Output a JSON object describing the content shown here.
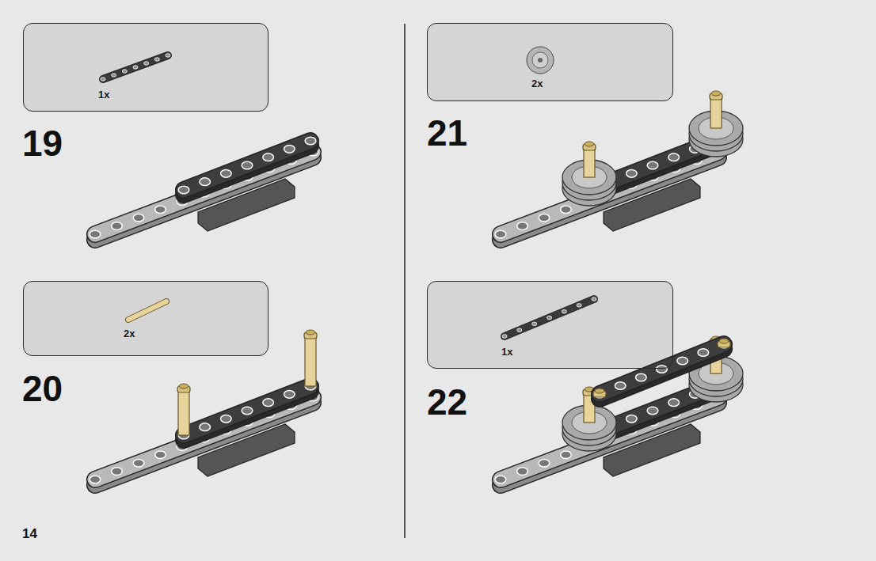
{
  "diagram": {
    "nodes": [
      {
        "text": [
          "1x"
        ]
      },
      {
        "text": [
          "2x"
        ]
      },
      {
        "text": [
          "2x"
        ]
      },
      {
        "text": [
          "1x"
        ]
      }
    ],
    "labels": [
      "19",
      "20",
      "21",
      "22",
      "14"
    ]
  }
}
